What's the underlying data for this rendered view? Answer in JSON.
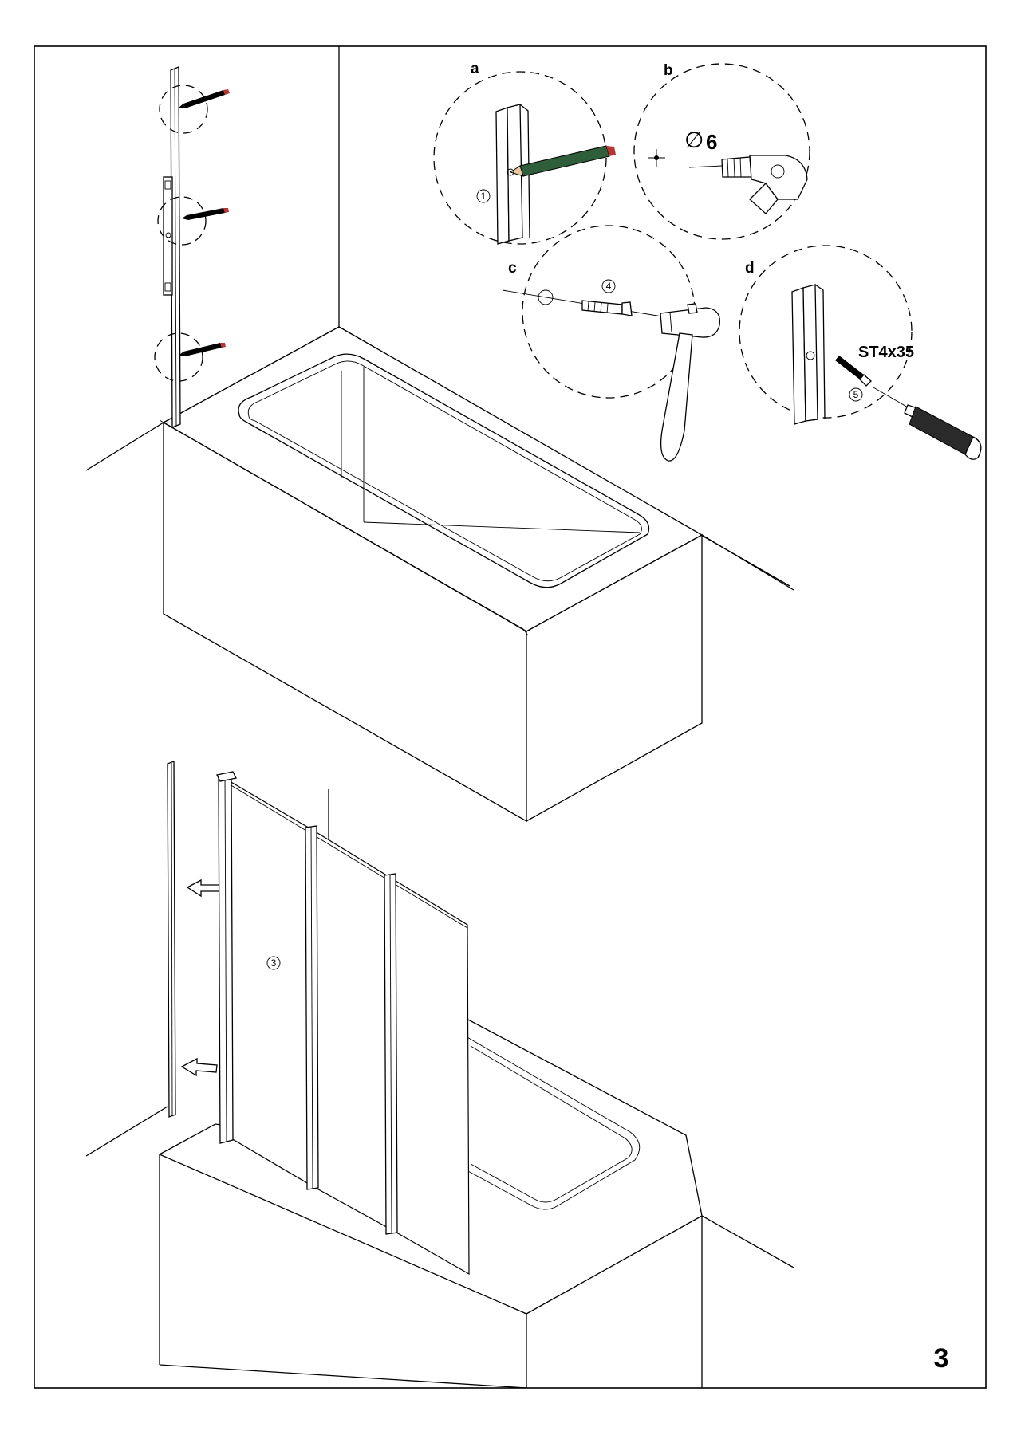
{
  "step_labels": {
    "a": "a",
    "b": "b",
    "c": "c",
    "d": "d"
  },
  "diameter": {
    "symbol": "∅",
    "value": "6"
  },
  "screw_spec": "ST4x35",
  "part_numbers": {
    "p1": "1",
    "p3": "3",
    "p4": "4",
    "p5": "5"
  },
  "page_number": "3"
}
